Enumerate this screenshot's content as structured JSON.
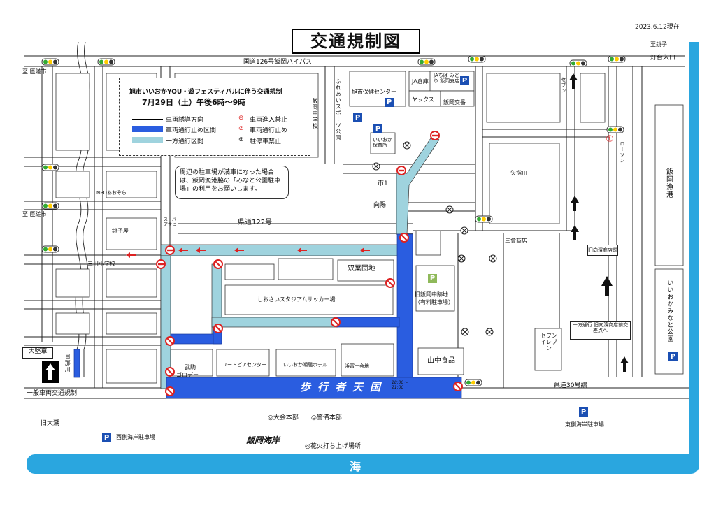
{
  "date": "2023.6.12現在",
  "title": "交通規制図",
  "legend": {
    "heading1": "旭市いいおかYOU・遊フェスティバルに伴う交通規制",
    "heading2": "7月29日（土）午後6時～9時",
    "guide": "車両誘導方向",
    "closed": "車両通行止め区間",
    "oneway": "一方通行区間",
    "noentry": "車両進入禁止",
    "stop": "車両通行止め",
    "noparking": "駐停車禁止"
  },
  "notice": "周辺の駐車場が満車になった場合は、飯岡漁港脇の「みなと公園駐車場」の利用をお願いします。",
  "roads": {
    "bypass": "国道126号飯岡バイパス",
    "pref122": "県道122号",
    "pref30": "県道30号線",
    "general": "一般車両交通規制",
    "toAkirogi1": "至 匝瑳市",
    "toAkirogi2": "至 匝瑳市",
    "toChoshi": "至銚子",
    "lighthouse": "灯台入口",
    "pedestrian": "歩行者天国",
    "pedTime": "18:00～21:00"
  },
  "places": {
    "hoken": "旭市保健センター",
    "janohara": "JA倉庫",
    "jachiba": "JAちば みどり 飯岡支店",
    "yakkusu": "ヤックス",
    "iiokaKotsu": "飯岡交番",
    "hokuikuen": "いいおか 保育所",
    "fureai": "ふれあいスポーツ公園",
    "iiokaChu": "飯岡中学校",
    "ichi1": "市1",
    "mukohata": "向陽",
    "npo": "NPOあおぞら",
    "choshiya": "銚子屋",
    "super": "スーパー アサヒ",
    "mikawa": "三川小学校",
    "futaba": "双葉団地",
    "shiosai": "しおさいスタジアムサッカー場",
    "oldChu": "旧飯岡中跡地",
    "oldChuSub": "（有料駐車場）",
    "yamanaka": "山中食品",
    "sevenEleven": "セブン イレブン",
    "takekoma": "武駒",
    "gorode": "ゴロデー",
    "utopia": "ユートピアセンター",
    "shiosaiHotel": "いいおか潮騒ホテル",
    "hamafuji": "浜富士会地",
    "oseki": "大堅車",
    "mekawa": "目那川",
    "oldOshio": "旧大潮",
    "nishiParking": "西側海岸駐車場",
    "higashiParking": "東側海岸駐車場",
    "taikaiHonbu": "◎大会本部",
    "keibiHonbu": "◎警備本部",
    "hanabi": "◎花火打ち上げ場所",
    "iiokaKaigan": "飯岡海岸",
    "sea": "海",
    "sanbai": "三會商店",
    "kyuMukohama": "旧向濱商店前",
    "onewayNote": "一方通行 旧向濱商店前交差点へ",
    "yasashigawa": "矢指川",
    "gyoko": "飯岡漁港",
    "minatoPark": "いいおかみなと公園",
    "lawson": "ローソン",
    "seven": "セブン",
    "circle1": "①",
    "parkingMark": "P"
  },
  "colors": {
    "closed": "#2a5de0",
    "oneway": "#9fd3de",
    "sea": "#2aa6df",
    "arrow": "#d22222"
  }
}
